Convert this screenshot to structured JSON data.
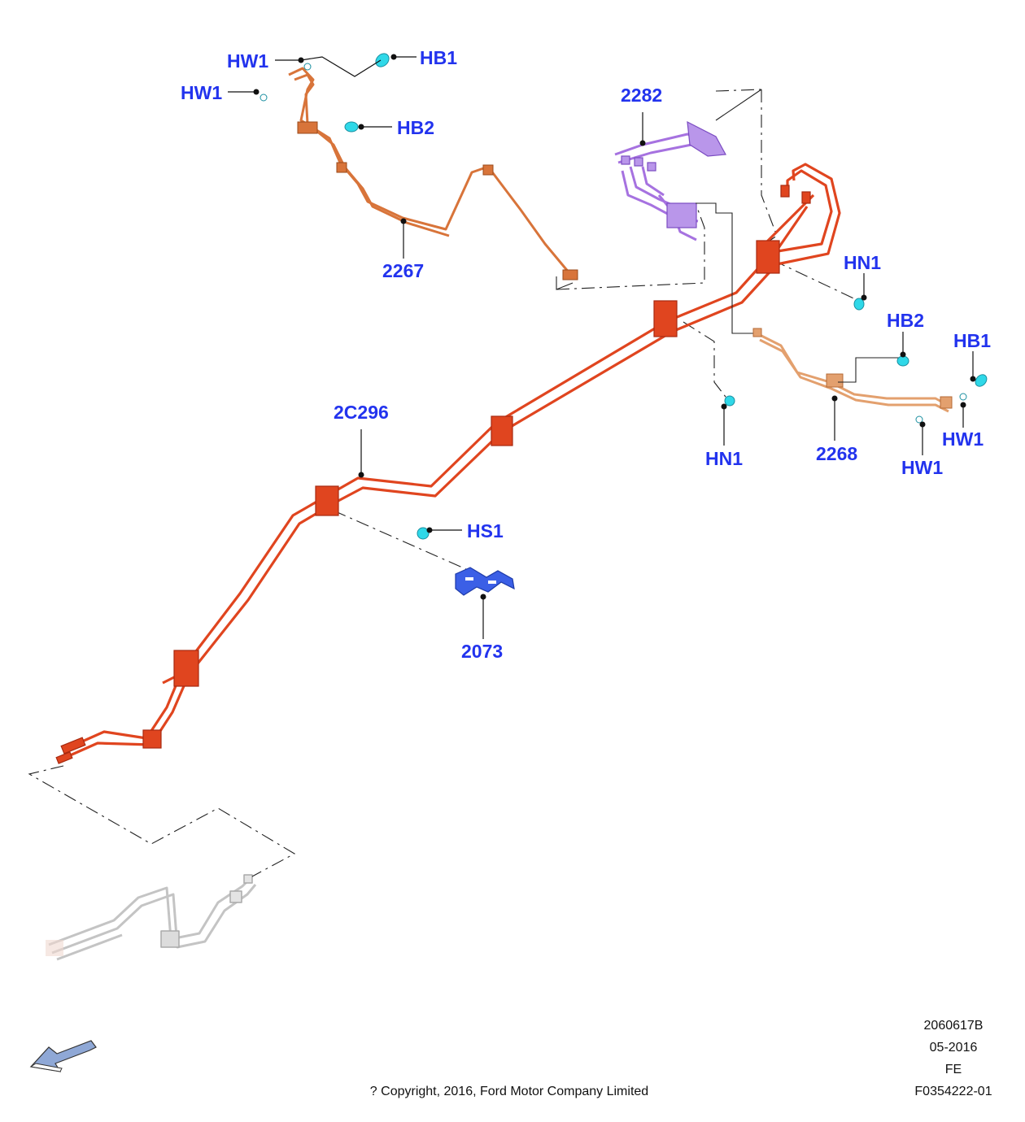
{
  "colors": {
    "callout_text": "#2233ee",
    "brake_line_main": "#e0451f",
    "brake_line_secondary": "#d8743a",
    "brake_line_light": "#e3a06e",
    "hose_assembly": "#a672e0",
    "bracket": "#3b5fe6",
    "fastener": "#2fd8e8",
    "ghost_line": "#b8b8b8",
    "direction_arrow": "#8fa8d6"
  },
  "callouts": {
    "hw1_a": "HW1",
    "hb1_a": "HB1",
    "hw1_b": "HW1",
    "hb2_a": "HB2",
    "p2267": "2267",
    "p2282": "2282",
    "hn1_a": "HN1",
    "hb2_b": "HB2",
    "hb1_b": "HB1",
    "hn1_b": "HN1",
    "p2268": "2268",
    "hw1_c": "HW1",
    "hw1_d": "HW1",
    "p2c296": "2C296",
    "hs1": "HS1",
    "p2073": "2073"
  },
  "metadata": {
    "illustration_number": "2060617B",
    "date": "05-2016",
    "code": "FE",
    "figure_id": "F0354222-01"
  },
  "copyright": "? Copyright, 2016, Ford Motor Company Limited",
  "icons": {
    "direction": "front-direction-arrow-icon"
  }
}
